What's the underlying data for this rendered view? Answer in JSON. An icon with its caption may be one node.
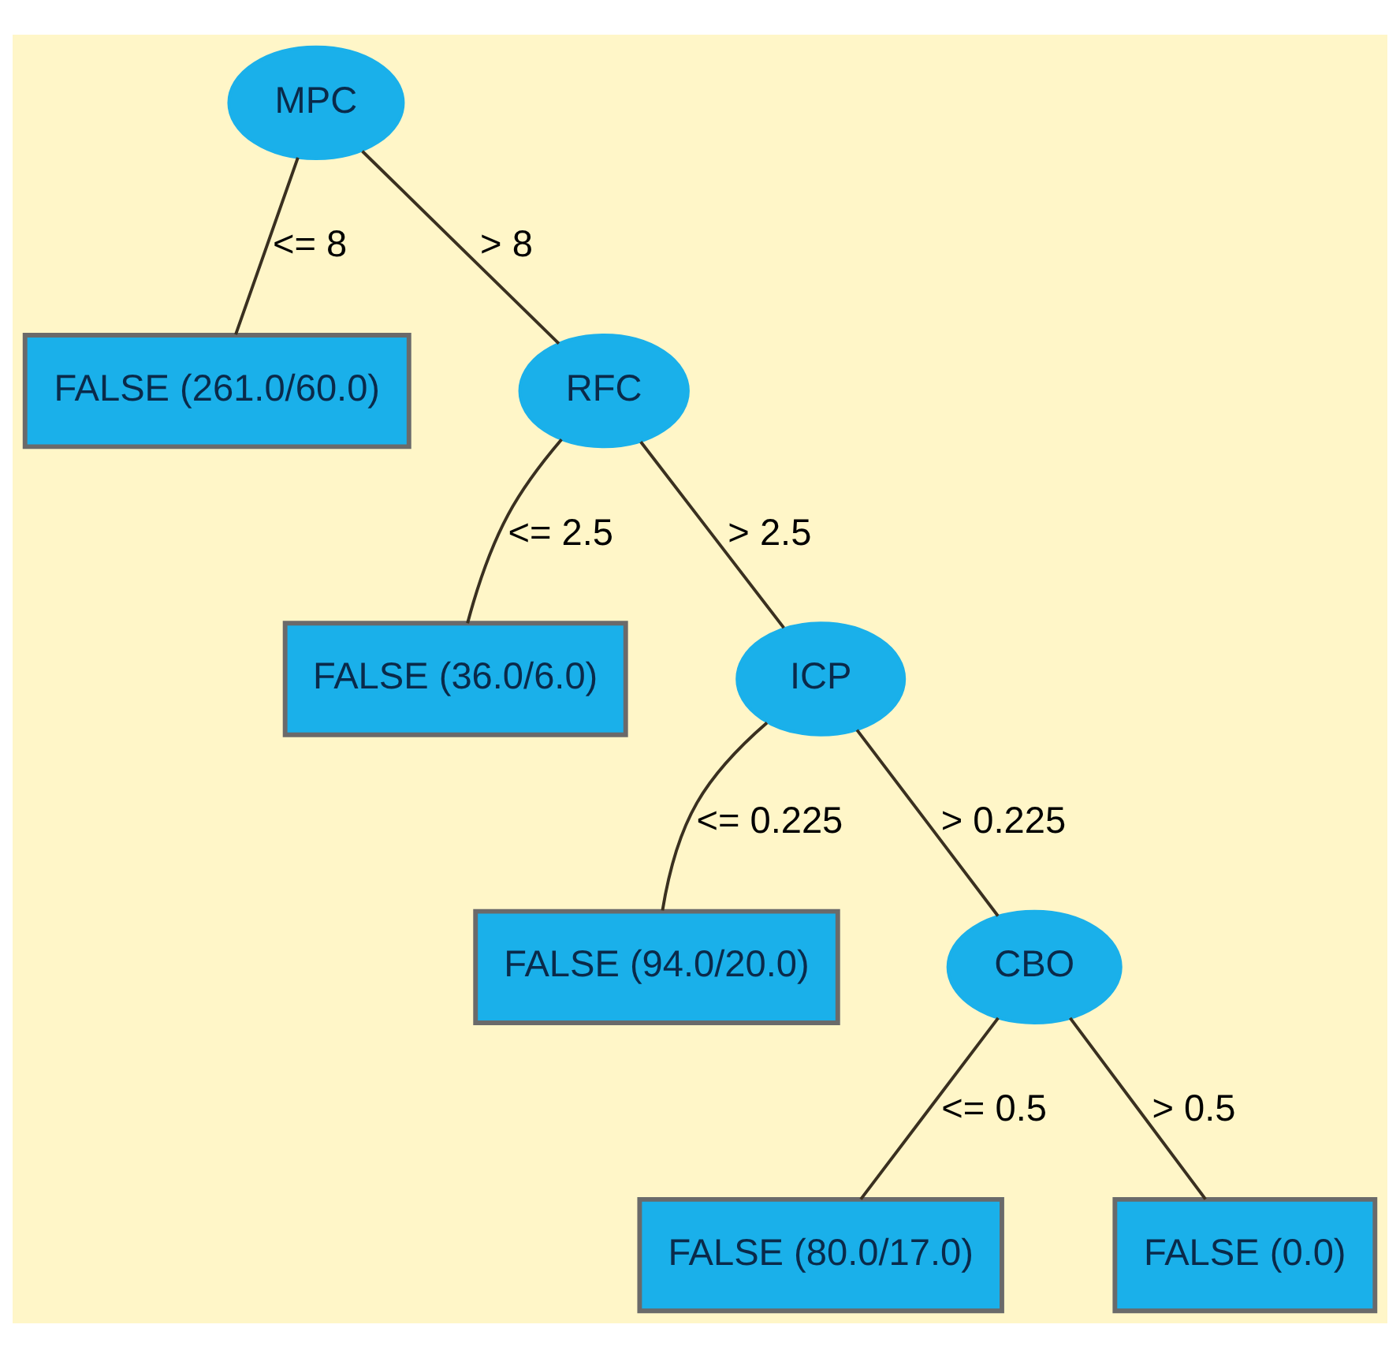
{
  "diagram": {
    "nodes": [
      {
        "text": [
          "MPC"
        ]
      },
      {
        "text": [
          "FALSE (261.0/60.0)"
        ]
      },
      {
        "text": [
          "RFC"
        ]
      },
      {
        "text": [
          "FALSE (36.0/6.0)"
        ]
      },
      {
        "text": [
          "ICP"
        ]
      },
      {
        "text": [
          "FALSE (94.0/20.0)"
        ]
      },
      {
        "text": [
          "CBO"
        ]
      },
      {
        "text": [
          "FALSE (80.0/17.0)"
        ]
      },
      {
        "text": [
          "FALSE (0.0)"
        ]
      }
    ],
    "edges": [
      {
        "from": 0,
        "to": 1,
        "arrow": "none",
        "label": "<= 8"
      },
      {
        "from": 0,
        "to": 2,
        "arrow": "none",
        "label": "> 8"
      },
      {
        "from": 2,
        "to": 3,
        "arrow": "none",
        "label": "<= 2.5"
      },
      {
        "from": 2,
        "to": 4,
        "arrow": "none",
        "label": "> 2.5"
      },
      {
        "from": 4,
        "to": 5,
        "arrow": "none",
        "label": "<= 0.225"
      },
      {
        "from": 4,
        "to": 6,
        "arrow": "none",
        "label": "> 0.225"
      },
      {
        "from": 6,
        "to": 7,
        "arrow": "none",
        "label": "<= 0.5"
      },
      {
        "from": 6,
        "to": 8,
        "arrow": "none",
        "label": "> 0.5"
      }
    ]
  }
}
